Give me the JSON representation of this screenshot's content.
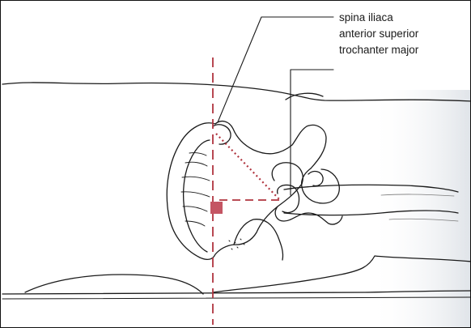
{
  "figure": {
    "labels": {
      "spina_line1": "spina iliaca",
      "spina_line2": "anterior superior",
      "trochanter": "trochanter major"
    },
    "colors": {
      "ink": "#1a1a1a",
      "guide": "#b0343f",
      "marker": "#c45563",
      "paper_shade": "#e8ebef"
    }
  }
}
